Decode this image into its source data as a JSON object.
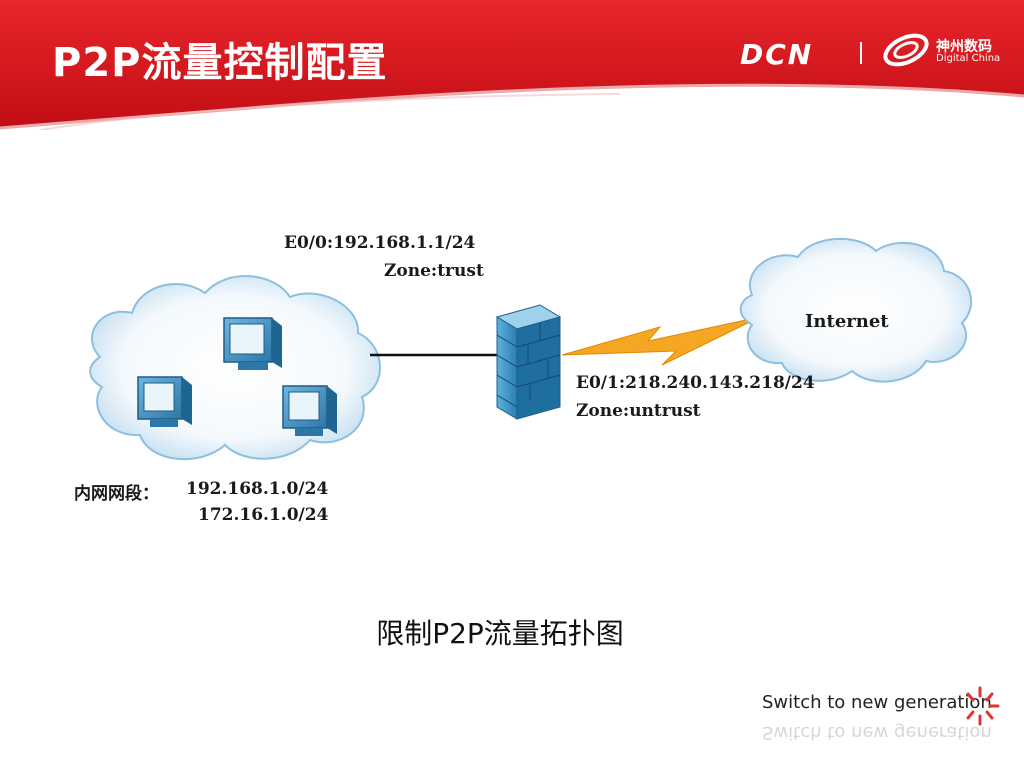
{
  "slide": {
    "title": "P2P流量控制配置",
    "caption": "限制P2P流量拓扑图",
    "tagline": "Switch to new generation"
  },
  "logo": {
    "brand": "DCN",
    "company_cn": "神州数码",
    "company_en": "Digital China"
  },
  "diagram": {
    "lan_if": "E0/0:192.168.1.1/24",
    "lan_zone": "Zone:trust",
    "wan_if": "E0/1:218.240.143.218/24",
    "wan_zone": "Zone:untrust",
    "internet_label": "Internet",
    "subnet_title": "内网网段：",
    "subnet_1": "192.168.1.0/24",
    "subnet_2": "172.16.1.0/24"
  },
  "colors": {
    "header_red": "#d4131b",
    "lightning": "#f5a623",
    "firewall": "#2f86b8",
    "pc": "#3a8ab8"
  }
}
